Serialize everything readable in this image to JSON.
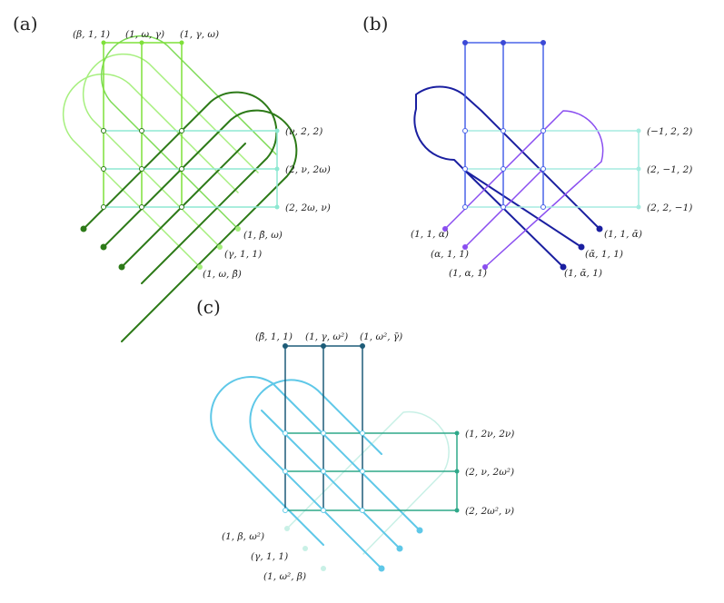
{
  "panels": [
    {
      "id": "a",
      "label": "(a)",
      "top_labels": [
        "(β, 1, 1)",
        "(1, ω, γ)",
        "(1, γ, ω)"
      ],
      "right_labels": [
        "(ν, 2, 2)",
        "(2, ν, 2ω)",
        "(2, 2ω, ν)"
      ],
      "corner_labels": [
        "(1, β̄, ω)",
        "(γ, 1, 1)",
        "(1, ω, β̄)"
      ],
      "colors": {
        "top": "#7fe03a",
        "right": "#8ee8d2",
        "light": "#a6ef7e",
        "mid": "#7ddb55",
        "dark": "#2d7a18"
      }
    },
    {
      "id": "b",
      "label": "(b)",
      "top_labels": [],
      "right_labels": [
        "(−1, 2, 2)",
        "(2, −1, 2)",
        "(2, 2, −1)"
      ],
      "left_labels": [
        "(1, 1, α)",
        "(α, 1, 1)",
        "(1, α, 1)"
      ],
      "corner_labels": [
        "(1, 1, ᾱ)",
        "(ᾱ, 1, 1)",
        "(1, ᾱ, 1)"
      ],
      "colors": {
        "top": "#4a63e8",
        "right": "#a6ece0",
        "light": "#8a4ef0",
        "mid": "#3b49d6",
        "dark": "#1a1fa0"
      }
    },
    {
      "id": "c",
      "label": "(c)",
      "top_labels": [
        "(β̄, 1, 1)",
        "(1, γ, ω²)",
        "(1, ω², γ̄)"
      ],
      "right_labels": [
        "(1, 2ν, 2ν)",
        "(2, ν, 2ω²)",
        "(2, 2ω², ν)"
      ],
      "left_labels": [
        "(1, β, ω²)",
        "(γ, 1, 1)",
        "(1, ω², β)"
      ],
      "colors": {
        "top": "#1d5c78",
        "right": "#2ea889",
        "light": "#c8f0e6",
        "mid": "#5fc8e8",
        "dark": "#1f3f8f"
      }
    }
  ]
}
